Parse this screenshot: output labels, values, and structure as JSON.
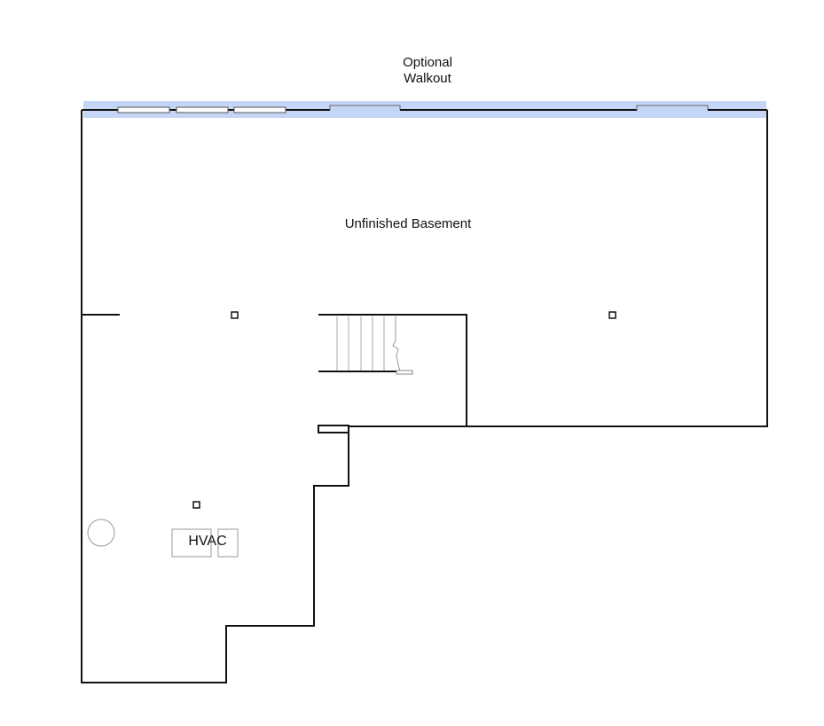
{
  "labels": {
    "walkout_line1": "Optional",
    "walkout_line2": "Walkout",
    "room": "Unfinished Basement",
    "hvac": "HVAC"
  },
  "colors": {
    "background": "#ffffff",
    "wall": "#111111",
    "fixture": "#999999",
    "walkout_highlight": "#c5d5f5",
    "stair": "#aaaaaa"
  },
  "icons": {
    "column": "square-post",
    "sump_pit": "circle",
    "window": "rectangle",
    "stair_direction": "arrow"
  }
}
